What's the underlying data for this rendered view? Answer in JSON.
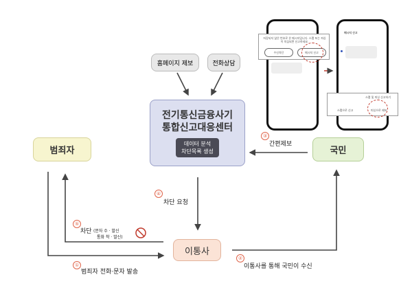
{
  "center": {
    "title_line1": "전기통신금융사기",
    "title_line2": "통합신고대응센터",
    "sub_line1": "데이터 분석",
    "sub_line2": "차단목록 생성"
  },
  "sources": {
    "homepage": "홈페이지 제보",
    "phone": "전화상담"
  },
  "criminal": "범죄자",
  "citizen": "국민",
  "carrier": "이통사",
  "steps": {
    "s1": {
      "num": "①",
      "label": "범죄자 전화·문자 발송"
    },
    "s2": {
      "num": "②",
      "label": "이통사를 통해 국민이 수신"
    },
    "s3": {
      "num": "③",
      "label": "간편제보"
    },
    "s4": {
      "num": "④",
      "label": "차단 요청"
    },
    "s5": {
      "num": "⑤",
      "label": "차단",
      "detail1": "(문자 수 · 발신",
      "detail2": "통화 착 · 발신)"
    }
  },
  "phone1": {
    "popup_text": "저장되지 않은 번호로 온 메시지입니다. 스팸 또는 피싱이 의심되면 신고하세요.",
    "block_button": "수신차단",
    "report_button": "메시지 신고"
  },
  "phone2": {
    "header": "메시지 신고",
    "popup_title": "스팸 및 피싱 신고하기",
    "spam_option": "스팸으로 신고",
    "phishing_option": "피싱으로 제보"
  },
  "colors": {
    "center": "#dcdff0",
    "criminal": "#f7f5cf",
    "citizen": "#e6f2d6",
    "carrier": "#fbe3d6",
    "accent": "#e0644a"
  }
}
